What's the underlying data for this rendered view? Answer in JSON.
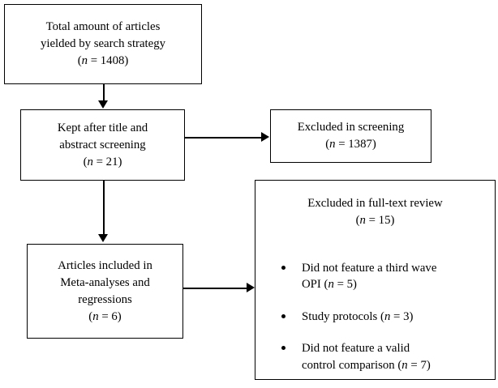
{
  "diagram": {
    "type": "prisma-flowchart",
    "boxes": {
      "total_articles": {
        "lines": [
          "Total amount of articles",
          "yielded by search strategy",
          "(n = 1408)"
        ],
        "n": 1408
      },
      "kept_screening": {
        "lines": [
          "Kept after title and",
          "abstract screening",
          "(n = 21)"
        ],
        "n": 21
      },
      "excluded_screening": {
        "lines": [
          "Excluded in screening",
          "(n = 1387)"
        ],
        "n": 1387
      },
      "articles_included": {
        "lines": [
          "Articles included in",
          "Meta-analyses and",
          "regressions",
          "(n = 6)"
        ],
        "n": 6
      },
      "excluded_fulltext": {
        "heading_lines": [
          "Excluded in full-text review",
          "(n = 15)"
        ],
        "n": 15,
        "bullets": [
          {
            "lines": [
              "Did not feature a third wave",
              "OPI (n = 5)"
            ],
            "n": 5
          },
          {
            "lines": [
              "Study protocols (n = 3)"
            ],
            "n": 3
          },
          {
            "lines": [
              "Did not feature a valid",
              "control comparison (n = 7)"
            ],
            "n": 7
          }
        ]
      }
    },
    "connectors": [
      {
        "name": "total-to-kept",
        "direction": "down"
      },
      {
        "name": "kept-to-included",
        "direction": "down"
      },
      {
        "name": "kept-to-excluded-screening",
        "direction": "right"
      },
      {
        "name": "included-to-excluded-fulltext",
        "direction": "right"
      }
    ],
    "colors": {
      "stroke": "#000000",
      "fill": "#ffffff",
      "text": "#000000"
    }
  }
}
